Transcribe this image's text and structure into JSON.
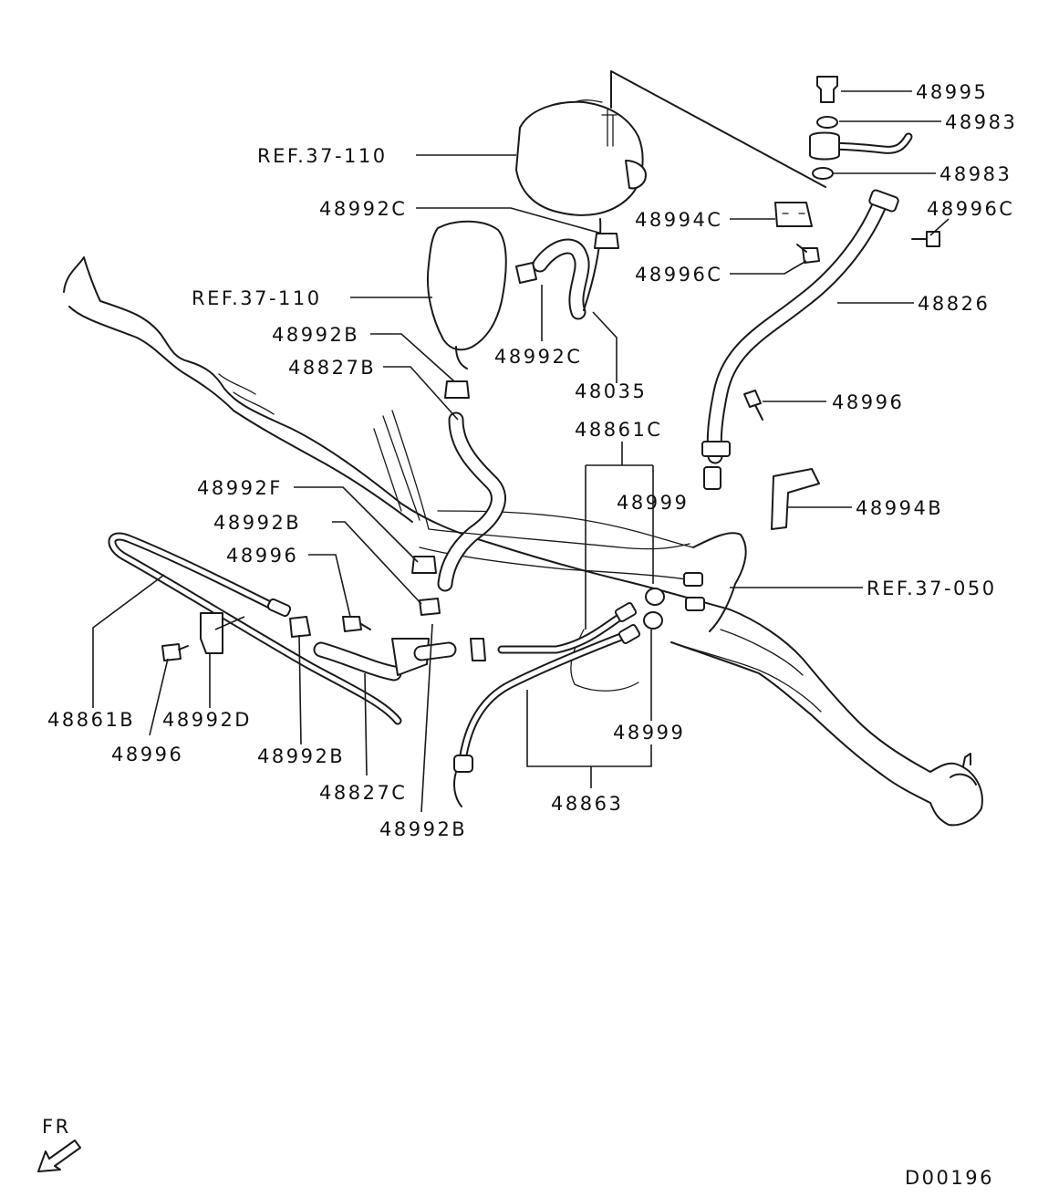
{
  "diagram": {
    "labels": {
      "p48995": "48995",
      "p48983_upper": "48983",
      "p48983_lower": "48983",
      "p48996C_right": "48996C",
      "p48994C": "48994C",
      "p48996C_left": "48996C",
      "p48826": "48826",
      "ref_37_110_upper": "REF.37-110",
      "p48992C_upper": "48992C",
      "ref_37_110_lower": "REF.37-110",
      "p48992B_top": "48992B",
      "p48992C_lower": "48992C",
      "p48827B": "48827B",
      "p48035": "48035",
      "p48996_right": "48996",
      "p48861C": "48861C",
      "p48992F": "48992F",
      "p48999_upper": "48999",
      "p48992B_mid": "48992B",
      "p48994B": "48994B",
      "p48996_left": "48996",
      "ref_37_050": "REF.37-050",
      "p48861B": "48861B",
      "p48992D": "48992D",
      "p48996_bottom": "48996",
      "p48992B_low": "48992B",
      "p48827C": "48827C",
      "p48999_lower": "48999",
      "p48863": "48863",
      "p48992B_bottom": "48992B"
    },
    "direction_label": "FR",
    "drawing_id": "D00196"
  }
}
